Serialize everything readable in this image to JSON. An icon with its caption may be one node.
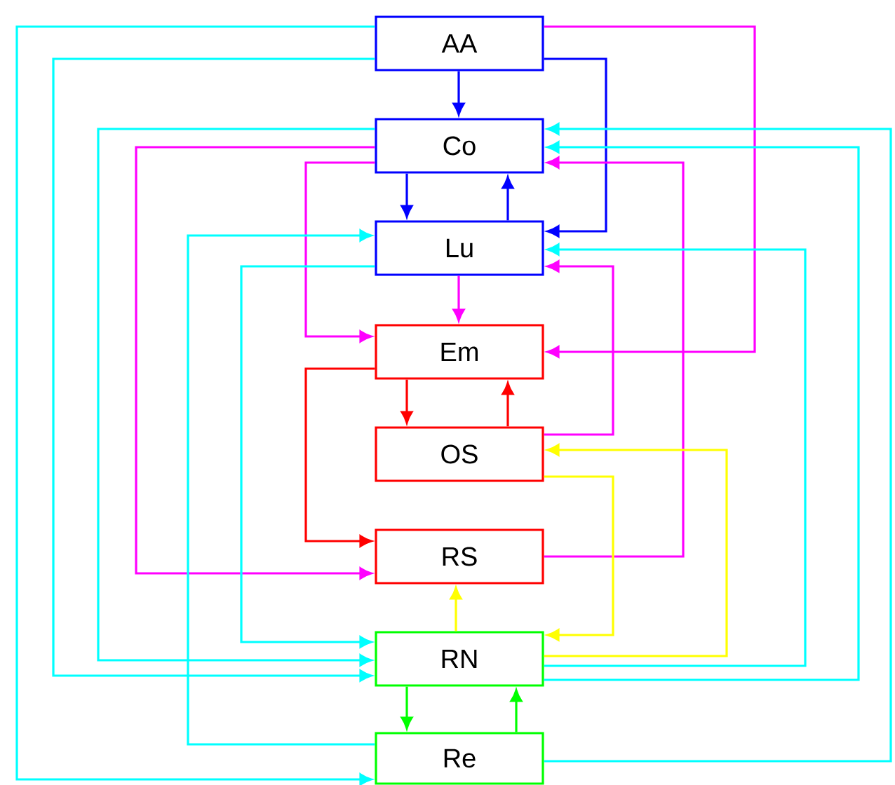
{
  "diagram": {
    "nodes": [
      {
        "text": [
          "AA"
        ]
      },
      {
        "text": [
          "Co"
        ]
      },
      {
        "text": [
          "Lu"
        ]
      },
      {
        "text": [
          "Em"
        ]
      },
      {
        "text": [
          "OS"
        ]
      },
      {
        "text": [
          "RS"
        ]
      },
      {
        "text": [
          "RN"
        ]
      },
      {
        "text": [
          "Re"
        ]
      }
    ],
    "edges": [
      {
        "from": 0,
        "to": 1,
        "arrow": "to",
        "color": "#0000ff"
      },
      {
        "from": 1,
        "to": 2,
        "arrow": "to",
        "color": "#0000ff"
      },
      {
        "from": 2,
        "to": 1,
        "arrow": "to",
        "color": "#0000ff"
      },
      {
        "from": 0,
        "to": 2,
        "arrow": "to",
        "color": "#0000ff"
      },
      {
        "from": 0,
        "to": 3,
        "arrow": "to",
        "color": "#ff00ff"
      },
      {
        "from": 1,
        "to": 3,
        "arrow": "to",
        "color": "#ff00ff"
      },
      {
        "from": 1,
        "to": 5,
        "arrow": "to",
        "color": "#ff00ff"
      },
      {
        "from": 2,
        "to": 3,
        "arrow": "to",
        "color": "#ff00ff"
      },
      {
        "from": 3,
        "to": 4,
        "arrow": "to",
        "color": "#ff0000"
      },
      {
        "from": 4,
        "to": 3,
        "arrow": "to",
        "color": "#ff0000"
      },
      {
        "from": 3,
        "to": 5,
        "arrow": "to",
        "color": "#ff0000"
      },
      {
        "from": 4,
        "to": 2,
        "arrow": "to",
        "color": "#ff00ff"
      },
      {
        "from": 5,
        "to": 1,
        "arrow": "to",
        "color": "#ff00ff"
      },
      {
        "from": 6,
        "to": 5,
        "arrow": "to",
        "color": "#ffff00"
      },
      {
        "from": 4,
        "to": 6,
        "arrow": "to",
        "color": "#ffff00"
      },
      {
        "from": 6,
        "to": 4,
        "arrow": "to",
        "color": "#ffff00"
      },
      {
        "from": 0,
        "to": 7,
        "arrow": "to",
        "color": "#00ffff"
      },
      {
        "from": 0,
        "to": 6,
        "arrow": "to",
        "color": "#00ffff"
      },
      {
        "from": 1,
        "to": 6,
        "arrow": "to",
        "color": "#00ffff"
      },
      {
        "from": 7,
        "to": 2,
        "arrow": "to",
        "color": "#00ffff"
      },
      {
        "from": 2,
        "to": 6,
        "arrow": "to",
        "color": "#00ffff"
      },
      {
        "from": 6,
        "to": 1,
        "arrow": "to",
        "color": "#00ffff"
      },
      {
        "from": 6,
        "to": 2,
        "arrow": "to",
        "color": "#00ffff"
      },
      {
        "from": 7,
        "to": 1,
        "arrow": "to",
        "color": "#00ffff"
      },
      {
        "from": 6,
        "to": 7,
        "arrow": "to",
        "color": "#00ff00"
      },
      {
        "from": 7,
        "to": 6,
        "arrow": "to",
        "color": "#00ff00"
      }
    ]
  }
}
